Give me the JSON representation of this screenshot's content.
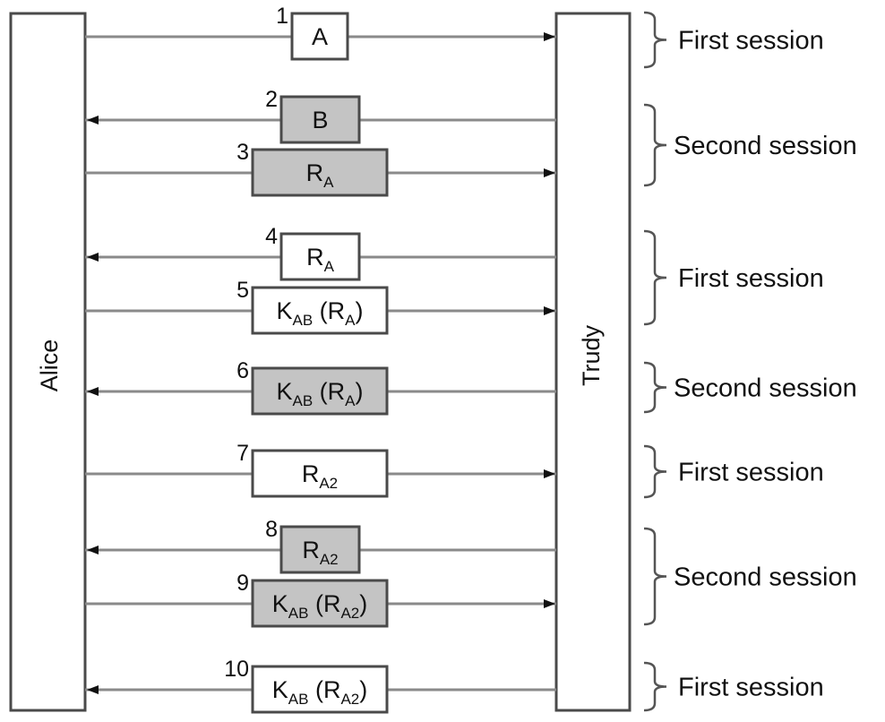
{
  "parties": {
    "left": "Alice",
    "right": "Trudy"
  },
  "colors": {
    "gray_box_fill": "#c4c4c4",
    "white_box_fill": "#ffffff",
    "border": "#4a4a4a",
    "line": "#8a8a8a"
  },
  "messages": [
    {
      "num": "1",
      "main": "A",
      "sub": "",
      "suffix": "",
      "direction": "to-trudy",
      "shaded": false
    },
    {
      "num": "2",
      "main": "B",
      "sub": "",
      "suffix": "",
      "direction": "to-alice",
      "shaded": true
    },
    {
      "num": "3",
      "main": "R",
      "sub": "A",
      "suffix": "",
      "direction": "to-trudy",
      "shaded": true
    },
    {
      "num": "4",
      "main": "R",
      "sub": "A",
      "suffix": "",
      "direction": "to-alice",
      "shaded": false
    },
    {
      "num": "5",
      "main": "K",
      "sub": "AB",
      "suffix": " (R",
      "sub2": "A",
      "close": ")",
      "direction": "to-trudy",
      "shaded": false
    },
    {
      "num": "6",
      "main": "K",
      "sub": "AB",
      "suffix": " (R",
      "sub2": "A",
      "close": ")",
      "direction": "to-alice",
      "shaded": true
    },
    {
      "num": "7",
      "main": "R",
      "sub": "A2",
      "suffix": "",
      "direction": "to-trudy",
      "shaded": false
    },
    {
      "num": "8",
      "main": "R",
      "sub": "A2",
      "suffix": "",
      "direction": "to-alice",
      "shaded": true
    },
    {
      "num": "9",
      "main": "K",
      "sub": "AB",
      "suffix": " (R",
      "sub2": "A2",
      "close": ")",
      "direction": "to-trudy",
      "shaded": true
    },
    {
      "num": "10",
      "main": "K",
      "sub": "AB",
      "suffix": " (R",
      "sub2": "A2",
      "close": ")",
      "direction": "to-alice",
      "shaded": false
    }
  ],
  "sessions": [
    {
      "label": "First session",
      "messages": [
        1
      ]
    },
    {
      "label": "Second session",
      "messages": [
        2,
        3
      ]
    },
    {
      "label": "First session",
      "messages": [
        4,
        5
      ]
    },
    {
      "label": "Second session",
      "messages": [
        6
      ]
    },
    {
      "label": "First session",
      "messages": [
        7
      ]
    },
    {
      "label": "Second session",
      "messages": [
        8,
        9
      ]
    },
    {
      "label": "First session",
      "messages": [
        10
      ]
    }
  ]
}
